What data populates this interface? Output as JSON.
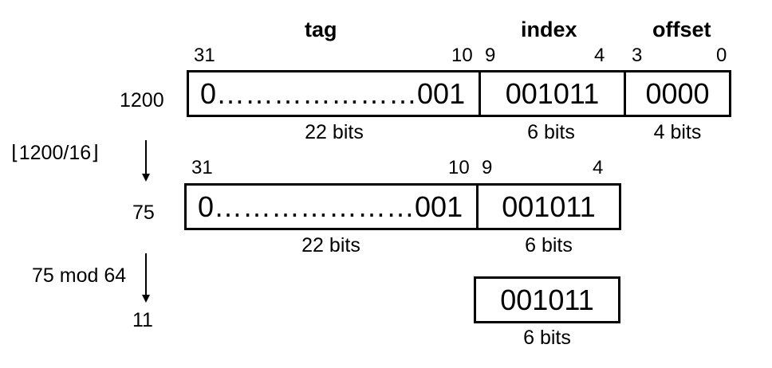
{
  "headers": {
    "tag": "tag",
    "index": "index",
    "offset": "offset"
  },
  "row1": {
    "bit_labels": [
      "31",
      "10",
      "9",
      "4",
      "3",
      "0"
    ],
    "value_label": "1200",
    "fields": {
      "tag": "0…………………001",
      "index": "001011",
      "offset": "0000"
    },
    "widths": {
      "tag": "22 bits",
      "index": "6 bits",
      "offset": "4 bits"
    }
  },
  "step1": {
    "label": "⌊1200/16⌋"
  },
  "row2": {
    "bit_labels": [
      "31",
      "10",
      "9",
      "4"
    ],
    "value_label": "75",
    "fields": {
      "tag": "0…………………001",
      "index": "001011"
    },
    "widths": {
      "tag": "22 bits",
      "index": "6 bits"
    }
  },
  "step2": {
    "label": "75 mod 64"
  },
  "row3": {
    "value_label": "11",
    "fields": {
      "index": "001011"
    },
    "widths": {
      "index": "6 bits"
    }
  }
}
